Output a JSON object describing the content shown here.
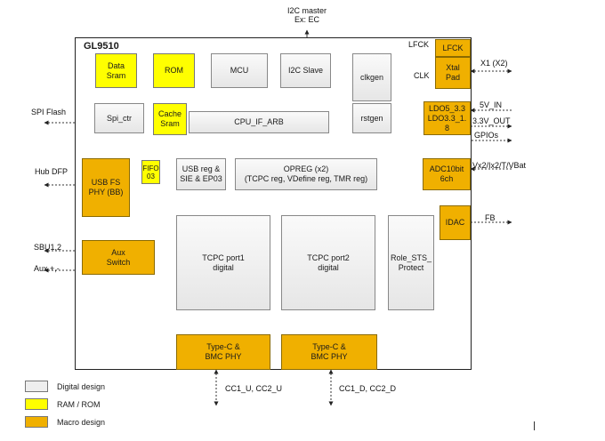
{
  "chip_name": "GL9510",
  "top_signal": {
    "line1": "I2C master",
    "line2": "Ex: EC"
  },
  "blocks": {
    "data_sram": {
      "line1": "Data",
      "line2": "Sram"
    },
    "rom": "ROM",
    "mcu": "MCU",
    "i2c_slave": "I2C Slave",
    "clkgen": "clkgen",
    "rstgen": "rstgen",
    "lfck": "LFCK",
    "xtal": {
      "line1": "Xtal",
      "line2": "Pad"
    },
    "ldo": {
      "line1": "LDO5_3.3",
      "line2": "LDO3.3_1.",
      "line3": "8"
    },
    "spi_ctr": "Spi_ctr",
    "cache_sram": {
      "line1": "Cache",
      "line2": "Sram"
    },
    "cpu_if_arb": "CPU_IF_ARB",
    "fifo": {
      "line1": "FIFO",
      "line2": "03"
    },
    "usb_fs_phy": {
      "line1": "USB FS",
      "line2": "PHY (BB)"
    },
    "usb_reg": {
      "line1": "USB reg &",
      "line2": "SIE & EP03"
    },
    "opreg": {
      "line1": "OPREG (x2)",
      "line2": "(TCPC reg, VDefine reg, TMR reg)"
    },
    "adc": {
      "line1": "ADC10bit",
      "line2": "6ch"
    },
    "idac": "IDAC",
    "aux_switch": {
      "line1": "Aux",
      "line2": "Switch"
    },
    "tcpc1": {
      "line1": "TCPC port1",
      "line2": "digital"
    },
    "tcpc2": {
      "line1": "TCPC port2",
      "line2": "digital"
    },
    "role_sts": {
      "line1": "Role_STS_",
      "line2": "Protect"
    },
    "typec1": {
      "line1": "Type-C &",
      "line2": "BMC PHY"
    },
    "typec2": {
      "line1": "Type-C &",
      "line2": "BMC PHY"
    }
  },
  "signals": {
    "lfck_in": "LFCK",
    "clk": "CLK",
    "x1x2": "X1 (X2)",
    "v5_in": "5V_IN",
    "v33_out": "3.3V_OUT",
    "gpios": "GPIOs",
    "adc_in": "Vx2/Ix2/T/VBat",
    "fb": "FB",
    "spi_flash": "SPI Flash",
    "hub_dfp": "Hub DFP",
    "sbu": "SBU1,2",
    "aux": "Aux +,-",
    "cc_u": "CC1_U, CC2_U",
    "cc_d": "CC1_D, CC2_D"
  },
  "legend": [
    {
      "label": "Digital design",
      "color": "#eeeeee"
    },
    {
      "label": "RAM / ROM",
      "color": "#ffff00"
    },
    {
      "label": "Macro design",
      "color": "#f0b000"
    }
  ]
}
